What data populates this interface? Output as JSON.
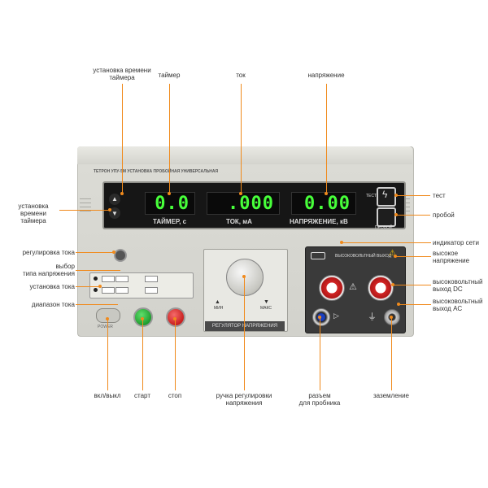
{
  "callouts": {
    "timer_set": "установка времени\nтаймера",
    "timer": "таймер",
    "current": "ток",
    "voltage": "напряжение",
    "timer_set_left": "установка\nвремени таймера",
    "test": "тест",
    "breakdown": "пробой",
    "current_reg": "регулировка тока",
    "voltage_type": "выбор\nтипа напряжения",
    "current_set": "установка тока",
    "current_range": "диапазон тока",
    "net_indicator": "индикатор сети",
    "high_voltage": "высокое\nнапряжение",
    "hv_dc": "высоковольтный\nвыход DC",
    "hv_ac": "высоковольтный\nвыход AC",
    "on_off": "вкл/выкл",
    "start": "старт",
    "stop": "стоп",
    "voltage_knob": "ручка регулировки\nнапряжения",
    "probe_connector": "разъем\nдля пробника",
    "ground": "заземление"
  },
  "device": {
    "brand": "ТЕТРОН УПУ-5М УСТАНОВКА ПРОБОЙНАЯ УНИВЕРСАЛЬНАЯ",
    "timer_value": "0.0",
    "current_value": ".000",
    "voltage_value": "0.00",
    "timer_label": "ТАЙМЕР, с",
    "current_label": "ТОК, мА",
    "voltage_label": "НАПРЯЖЕНИЕ, кВ",
    "test_btn": "ТЕСТ",
    "breakdown_btn": "ПРОБОЙ",
    "knob_label": "РЕГУЛЯТОР НАПРЯЖЕНИЯ",
    "knob_min": "МИН",
    "knob_max": "МАКС",
    "hv_title": "ВЫСОКОВОЛЬТНЫЙ ВЫХОД",
    "power_label": "POWER"
  },
  "colors": {
    "accent": "#f08a1c",
    "display_digits": "#47ff3a",
    "start": "#1f9c2e",
    "stop": "#c9201f"
  }
}
